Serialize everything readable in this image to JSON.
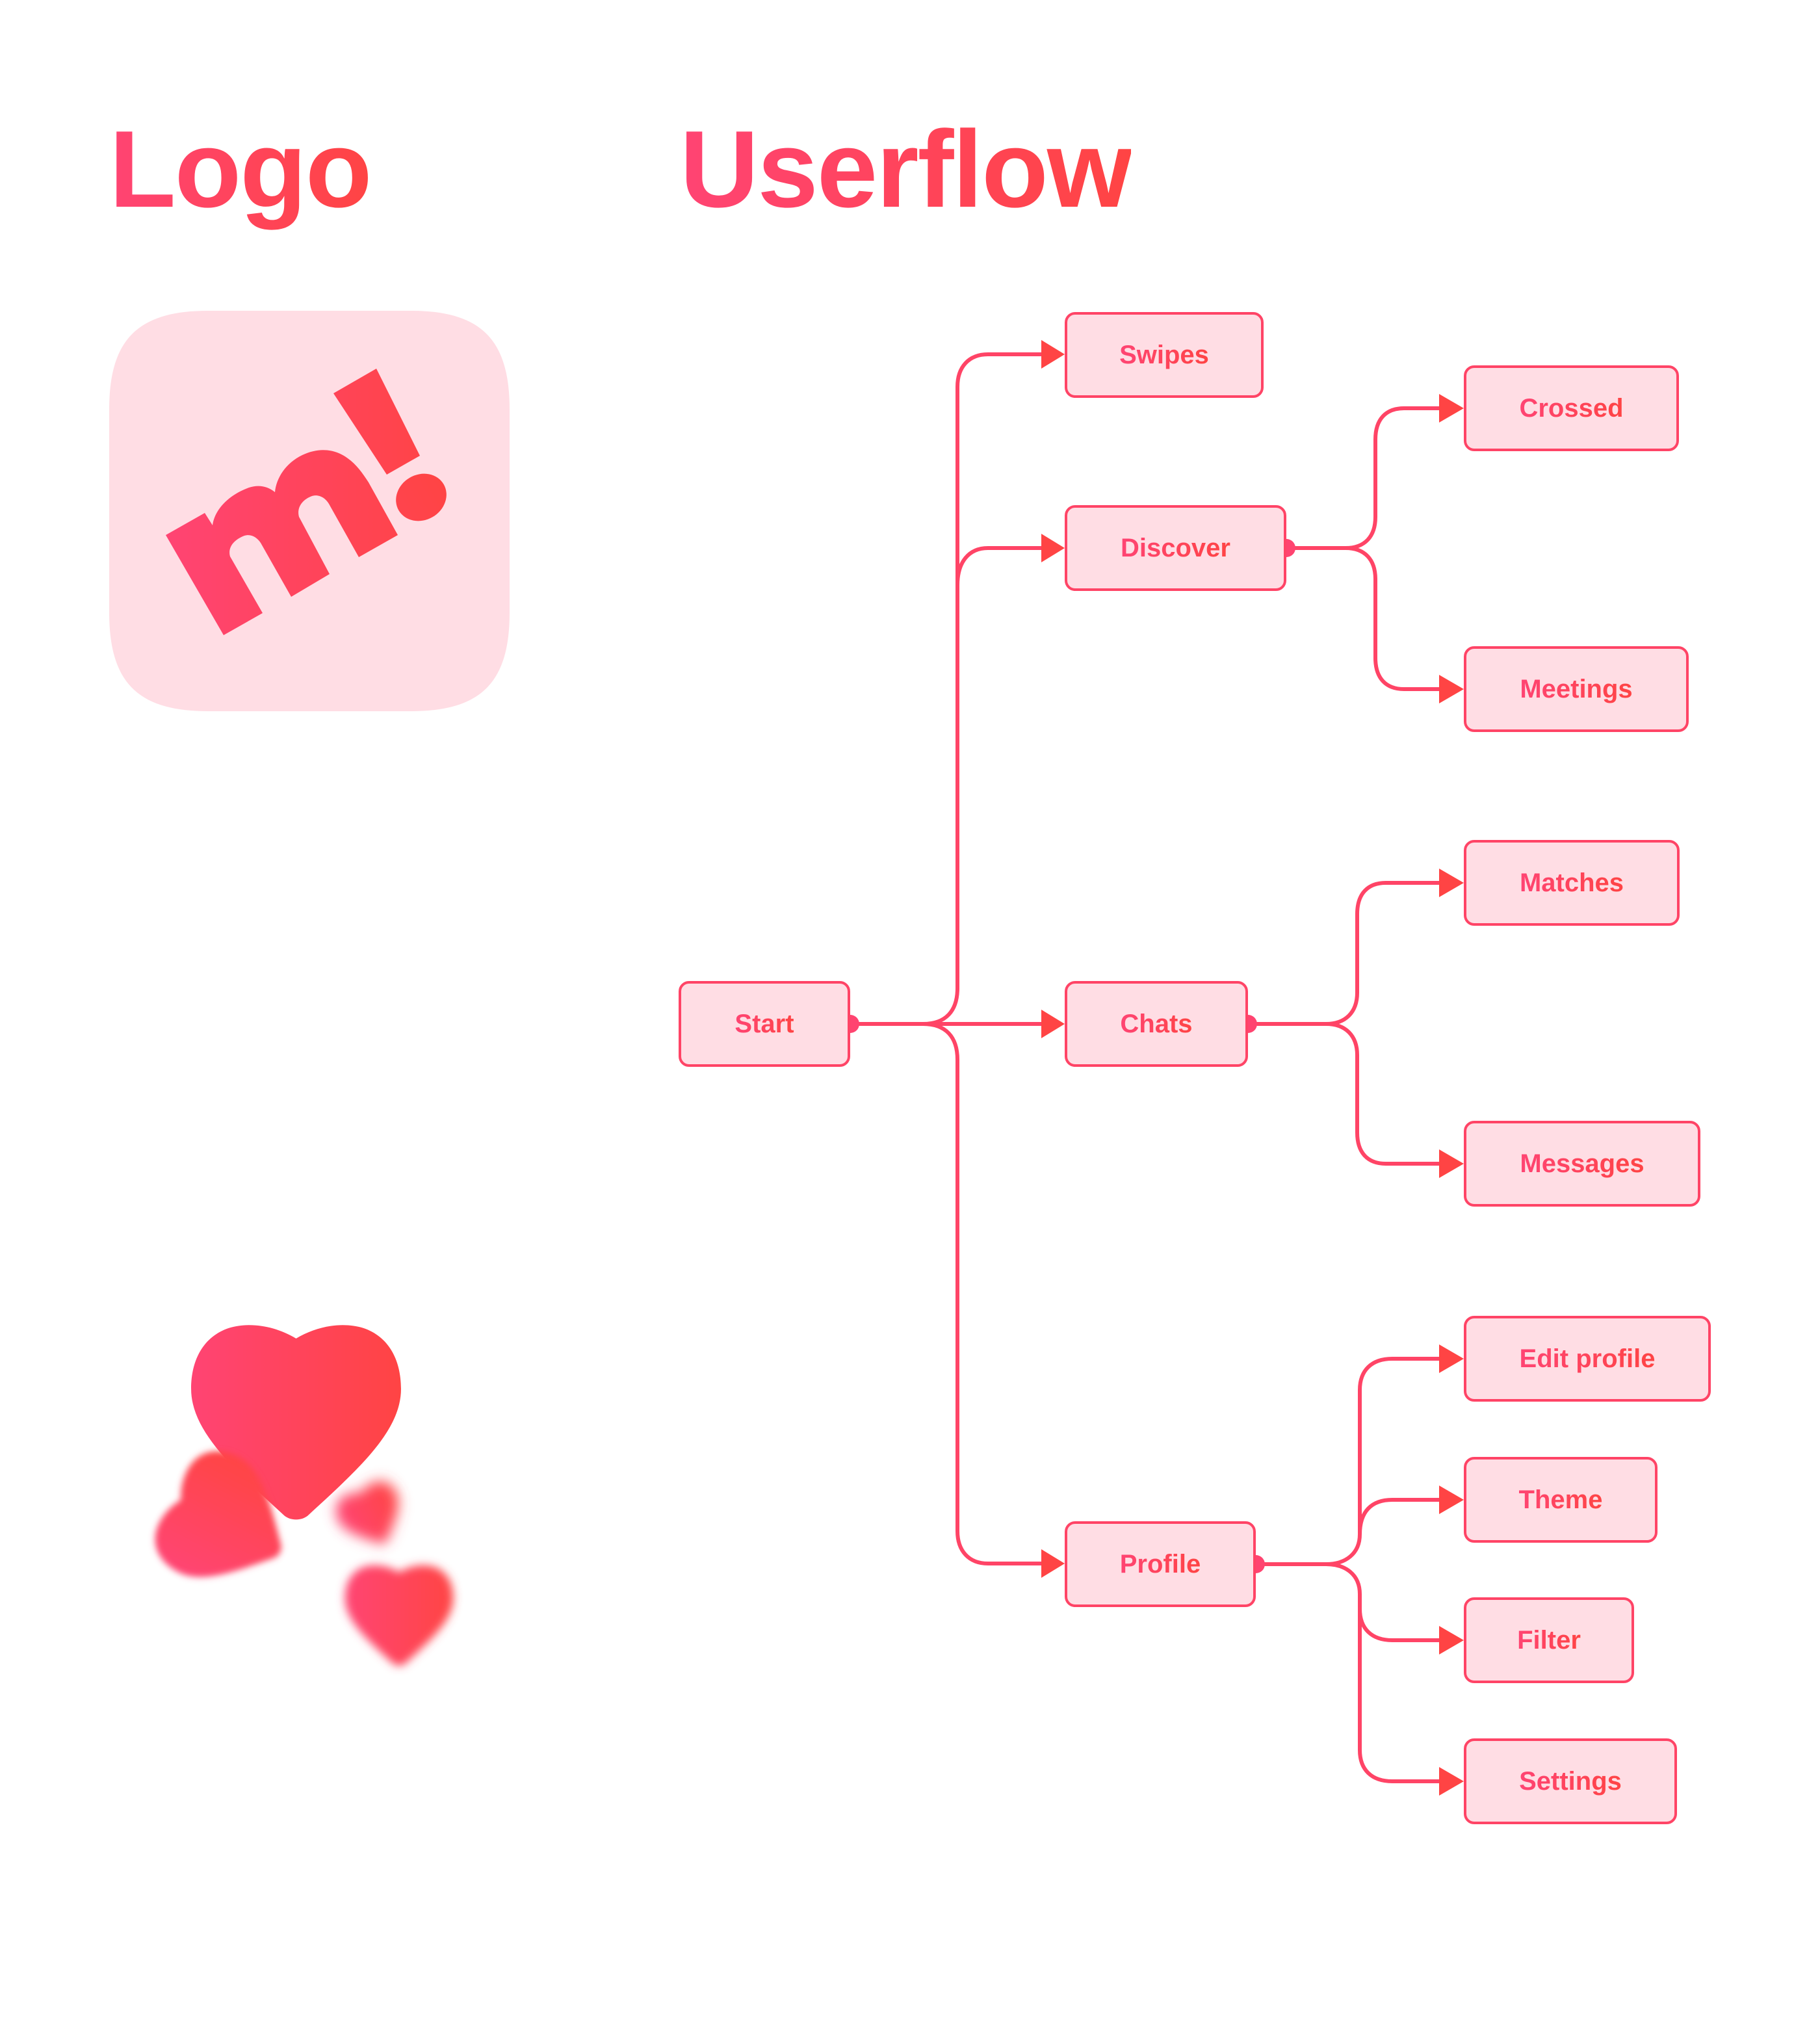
{
  "sections": {
    "logo_title": "Logo",
    "userflow_title": "Userflow"
  },
  "brand": {
    "primary_color": "#FF4466",
    "gradient_start": "#FF4473",
    "gradient_end": "#FF4444",
    "icon_background": "#FFDDE4",
    "node_fill": "#FFDDE4",
    "app_icon_mark": "m!",
    "decorative_icons": [
      "heart-icon",
      "blurred-heart-icon",
      "blurred-heart-icon",
      "blurred-heart-icon"
    ]
  },
  "userflow": {
    "root": "Start",
    "level1": [
      "Swipes",
      "Discover",
      "Chats",
      "Profile"
    ],
    "branches": {
      "Discover": [
        "Crossed",
        "Meetings"
      ],
      "Chats": [
        "Matches",
        "Messages"
      ],
      "Profile": [
        "Edit profile",
        "Theme",
        "Filter",
        "Settings"
      ]
    },
    "nodes": {
      "start": "Start",
      "swipes": "Swipes",
      "discover": "Discover",
      "chats": "Chats",
      "profile": "Profile",
      "crossed": "Crossed",
      "meetings": "Meetings",
      "matches": "Matches",
      "messages": "Messages",
      "edit_profile": "Edit profile",
      "theme": "Theme",
      "filter": "Filter",
      "settings": "Settings"
    }
  }
}
